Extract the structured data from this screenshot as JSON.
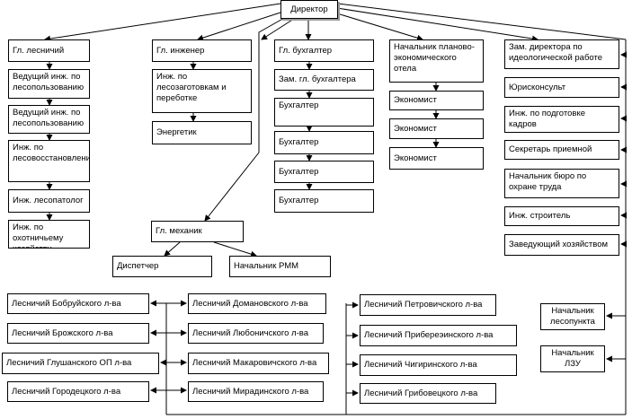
{
  "director": "Директор",
  "forestry": {
    "head": "Гл. лесничий",
    "items": [
      "Ведущий инж. по лесопользованию",
      "Ведущий инж. по лесопользованию",
      "Инж. по лесовосстановлению",
      "Инж. лесопатолог",
      "Инж. по охотничьему хозяйству"
    ]
  },
  "engineering": {
    "head": "Гл. инженер",
    "items": [
      "Инж. по лесозаготовкам и переботке",
      "Энергетик"
    ]
  },
  "accounting": {
    "head": "Гл. бухгалтер",
    "items": [
      "Зам. гл. бухгалтера",
      "Бухгалтер",
      "Бухгалтер",
      "Бухгалтер",
      "Бухгалтер"
    ]
  },
  "planning": {
    "head": "Начальник планово-экономического отела",
    "items": [
      "Экономист",
      "Экономист",
      "Экономист"
    ]
  },
  "staff": [
    "Зам. директора по идеологической работе",
    "Юрисконсульт",
    "Инж. по подготовке кадров",
    "Секретарь приемной",
    "Начальник бюро по охране труда",
    "Инж. строитель",
    "Заведующий хозяйством"
  ],
  "mechanic": {
    "head": "Гл. механик",
    "items": [
      "Диспетчер",
      "Начальник РММ"
    ]
  },
  "forestries_left": [
    "Лесничий Бобруйского л-ва",
    "Лесничий Брожского л-ва",
    "Лесничий Глушанского ОП л-ва",
    "Лесничий Городецкого л-ва"
  ],
  "forestries_mid": [
    "Лесничий Домановского л-ва",
    "Лесничий Любоничского л-ва",
    "Лесничий Макаровичского л-ва",
    "Лесничий Мирадинского л-ва"
  ],
  "forestries_right": [
    "Лесничий Петровичского л-ва",
    "Лесничий Прибереэинского л-ва",
    "Лесничий Чигиринского л-ва",
    "Лесничий Грибовецкого л-ва"
  ],
  "units": [
    "Начальник лесопункта",
    "Начальник ЛЗУ"
  ]
}
